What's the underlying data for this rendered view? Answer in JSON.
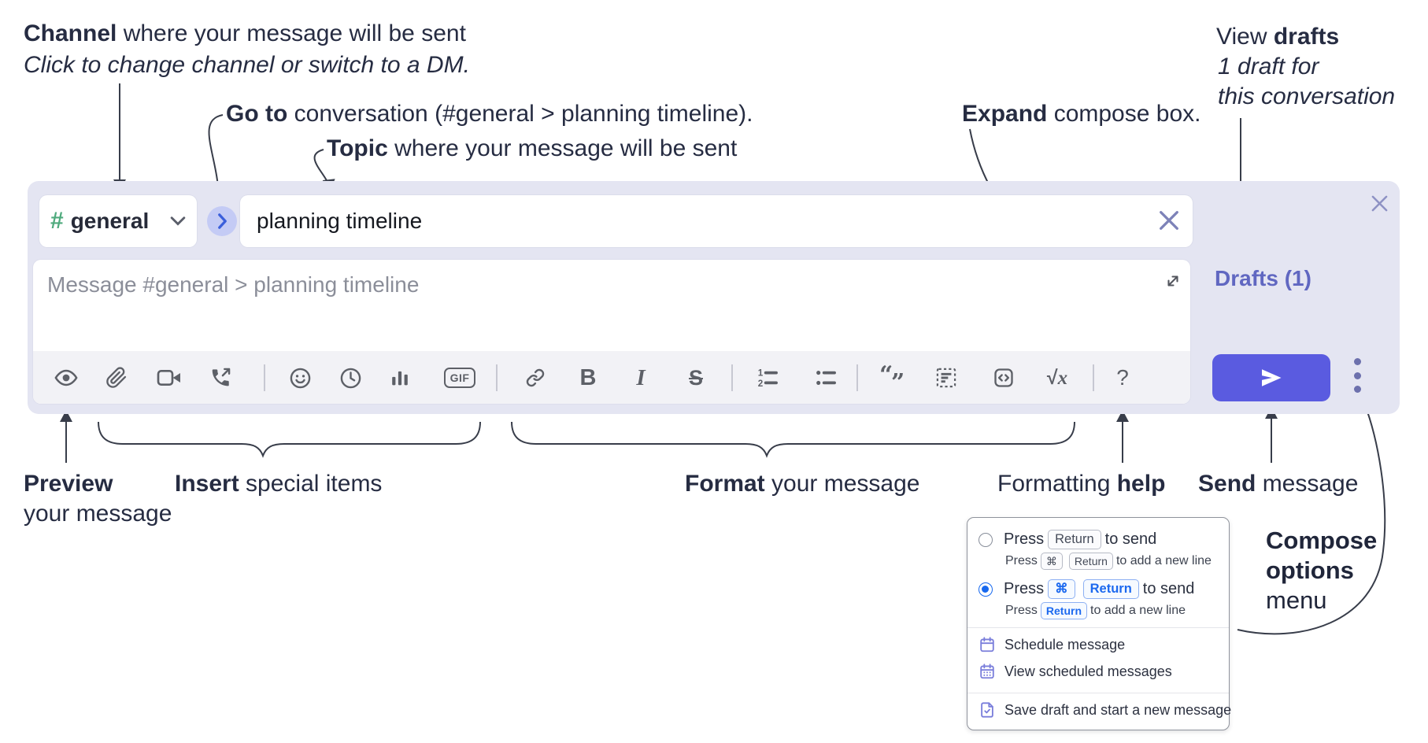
{
  "annotations": {
    "channel": {
      "bold": "Channel",
      "rest": " where your message will be sent",
      "sub_italic": "Click to change channel or switch to a DM."
    },
    "goto": {
      "bold": "Go to",
      "rest": " conversation (#general > planning timeline)."
    },
    "topic": {
      "bold": "Topic",
      "rest": " where your message will be sent"
    },
    "expand": {
      "bold": "Expand",
      "rest": " compose box."
    },
    "view_drafts": {
      "pre": "View ",
      "bold": "drafts",
      "line2": "1 draft for",
      "line3": "this conversation"
    },
    "preview": {
      "bold": "Preview",
      "line2": "your message"
    },
    "insert": {
      "bold": "Insert",
      "rest": " special items"
    },
    "format": {
      "bold": "Format",
      "rest": " your message"
    },
    "formatting_help": {
      "pre": "Formatting ",
      "bold": "help"
    },
    "send": {
      "bold": "Send",
      "rest": " message"
    },
    "compose_options": {
      "line1": "Compose",
      "line2": "options",
      "line3": "menu"
    }
  },
  "composer": {
    "channel": {
      "hash": "#",
      "name": "general"
    },
    "topic_value": "planning timeline",
    "message_placeholder": "Message #general > planning timeline",
    "drafts_link": "Drafts (1)",
    "toolbar": {
      "gif": "GIF",
      "bold": "B",
      "italic": "I",
      "strike": "S",
      "ordered_1": "1",
      "ordered_2": "2",
      "quote_open": "“",
      "quote_close": "”",
      "sqrt_sign": "√",
      "sqrt_var": "x",
      "help": "?"
    }
  },
  "popup": {
    "rows": [
      {
        "selected": false,
        "main": {
          "pre": "Press",
          "keys": [
            "Return"
          ],
          "post": "to send"
        },
        "sub": {
          "pre": "Press",
          "keys": [
            "⌘",
            "Return"
          ],
          "post": "to add a new line"
        }
      },
      {
        "selected": true,
        "main": {
          "pre": "Press",
          "keys": [
            "⌘",
            "Return"
          ],
          "post": "to send"
        },
        "sub": {
          "pre": "Press",
          "keys": [
            "Return"
          ],
          "post": "to add a new line"
        }
      }
    ],
    "items": [
      {
        "label": "Schedule message"
      },
      {
        "label": "View scheduled messages"
      },
      {
        "label": "Save draft and start a new message"
      }
    ]
  },
  "colors": {
    "panel_bg": "#e4e5f2",
    "send_button": "#5a5be0",
    "drafts_link": "#6067c1",
    "hash_green": "#4faa7d",
    "key_blue": "#1c69ef",
    "menu_icon_purple": "#7a7edb",
    "annotation_text": "#262c42"
  }
}
